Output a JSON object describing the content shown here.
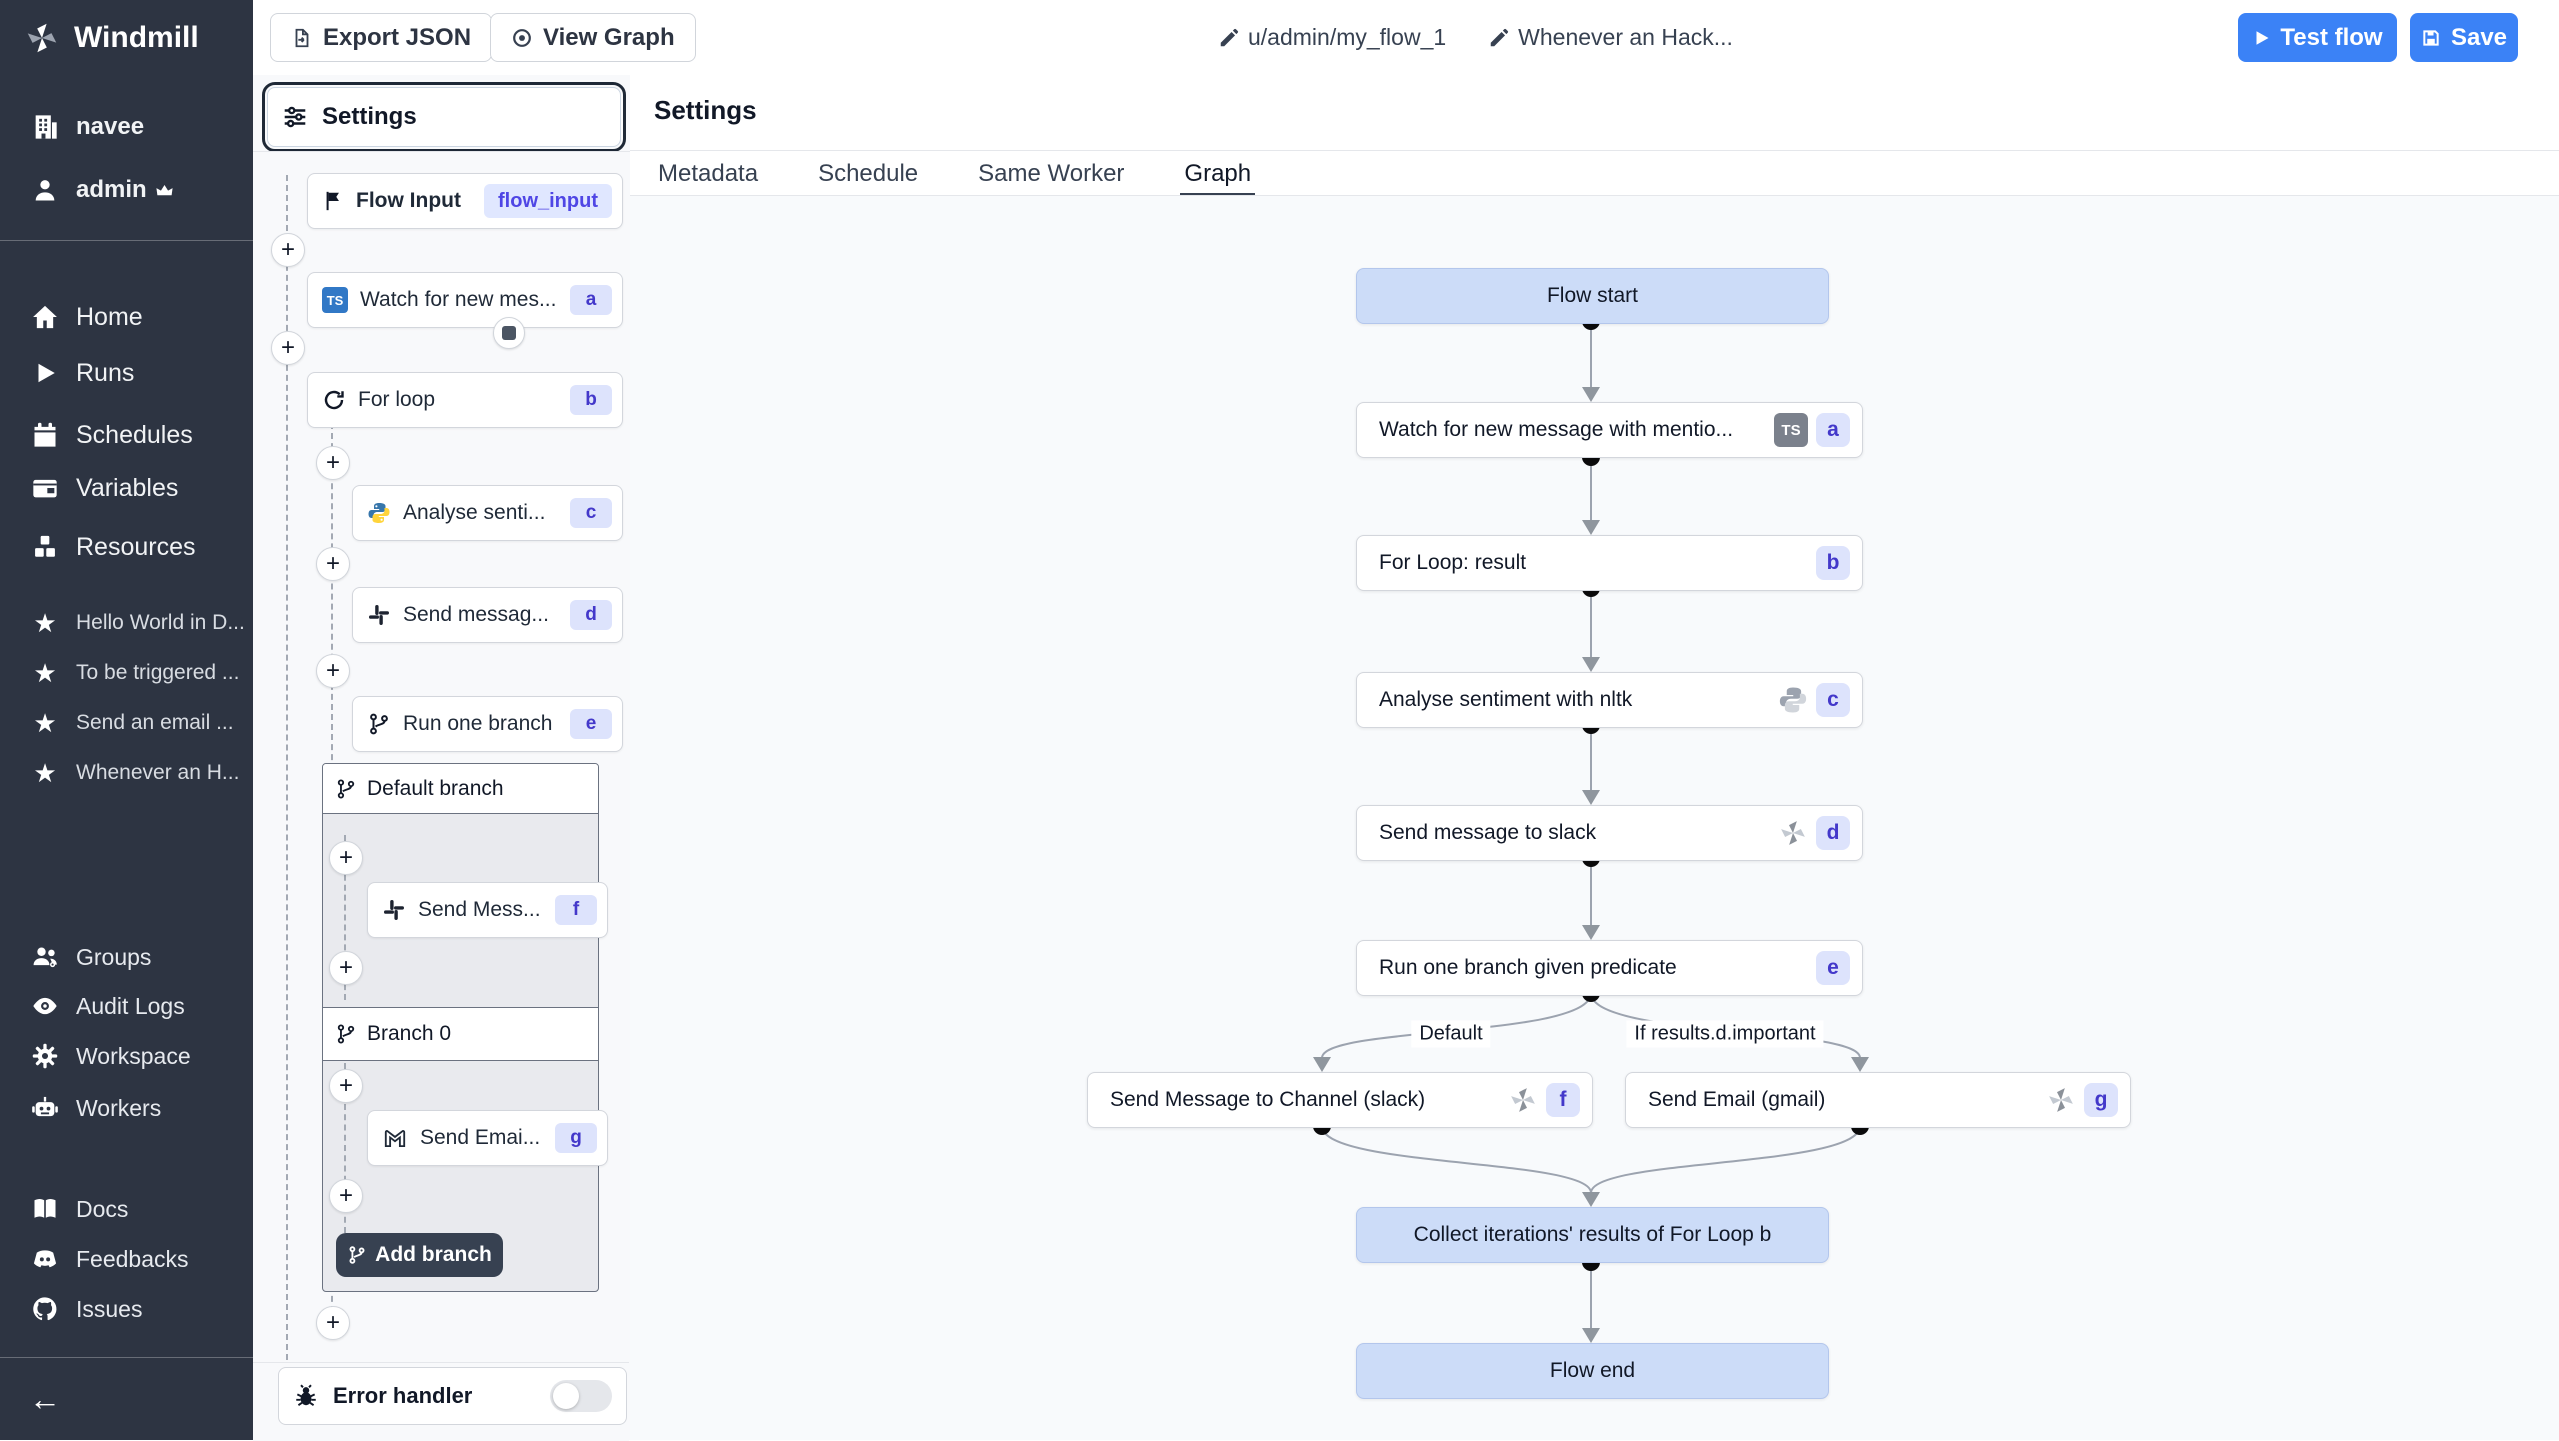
{
  "topbar": {
    "app": "Windmill",
    "export_json": "Export JSON",
    "view_graph": "View Graph",
    "path": "u/admin/my_flow_1",
    "flow_name": "Whenever an Hack...",
    "test_flow": "Test flow",
    "save": "Save"
  },
  "sidebar": {
    "workspace": "navee",
    "user": "admin",
    "nav": [
      "Home",
      "Runs",
      "Schedules",
      "Variables",
      "Resources"
    ],
    "favorites": [
      "Hello World in D...",
      "To be triggered ...",
      "Send an email ...",
      "Whenever an H..."
    ],
    "admin_nav": [
      "Groups",
      "Audit Logs",
      "Workspace",
      "Workers"
    ],
    "footer_nav": [
      "Docs",
      "Feedbacks",
      "Issues"
    ]
  },
  "flow_panel": {
    "settings": "Settings",
    "flow_input": {
      "label": "Flow Input",
      "badge": "flow_input"
    },
    "watch": {
      "label": "Watch for new mes...",
      "id": "a",
      "lang": "TS"
    },
    "for_loop": {
      "label": "For loop",
      "id": "b"
    },
    "analyse": {
      "label": "Analyse senti...",
      "id": "c"
    },
    "send_message": {
      "label": "Send messag...",
      "id": "d"
    },
    "run_one_branch": {
      "label": "Run one branch",
      "id": "e"
    },
    "default_branch": "Default branch",
    "send_mess": {
      "label": "Send Mess...",
      "id": "f"
    },
    "branch0": "Branch 0",
    "send_email": {
      "label": "Send Emai...",
      "id": "g"
    },
    "add_branch": "Add branch",
    "error_handler": "Error handler"
  },
  "main": {
    "title": "Settings",
    "tabs": [
      "Metadata",
      "Schedule",
      "Same Worker",
      "Graph"
    ],
    "active_tab": "Graph"
  },
  "graph": {
    "flow_start": "Flow start",
    "watch": {
      "label": "Watch for new message with mentio...",
      "id": "a",
      "lang": "TS"
    },
    "for_loop": {
      "label": "For Loop: result",
      "id": "b"
    },
    "analyse": {
      "label": "Analyse sentiment with nltk",
      "id": "c"
    },
    "send_slack": {
      "label": "Send message to slack",
      "id": "d"
    },
    "run_branch": {
      "label": "Run one branch given predicate",
      "id": "e"
    },
    "edge_default": "Default",
    "edge_predicate": "If results.d.important",
    "send_channel": {
      "label": "Send Message to Channel (slack)",
      "id": "f"
    },
    "send_email": {
      "label": "Send Email (gmail)",
      "id": "g"
    },
    "collect": "Collect iterations' results of For Loop b",
    "flow_end": "Flow end"
  },
  "colors": {
    "accent_blue": "#3b82f6",
    "sidebar_bg": "#2d3442",
    "badge_bg": "#dde3fc",
    "badge_text": "#4338ca",
    "blue_node_bg": "#ccdcf8"
  }
}
